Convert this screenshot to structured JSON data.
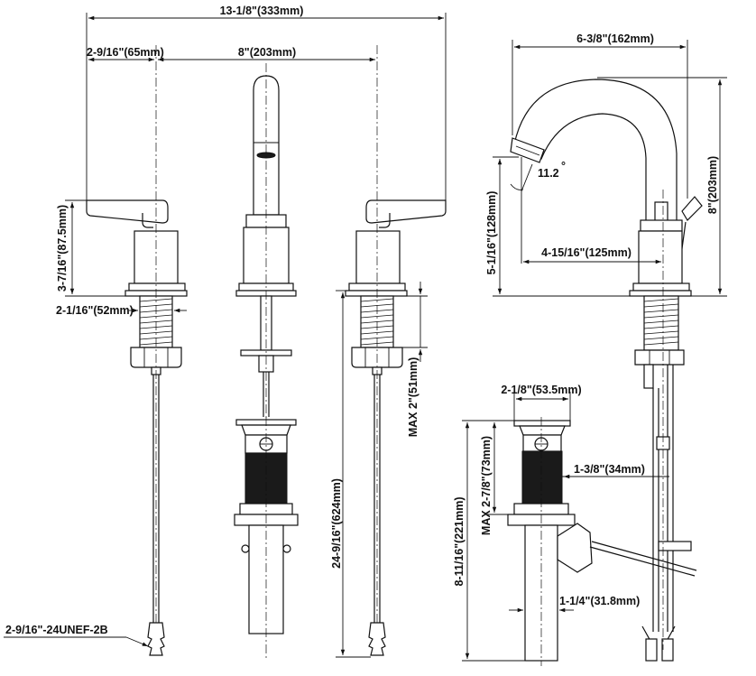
{
  "dimensions": {
    "overall_width": "13-1/8\"(333mm)",
    "handle_offset": "2-9/16\"(65mm)",
    "spread": "8\"(203mm)",
    "handle_height": "3-7/16\"(87.5mm)",
    "shank_diameter": "2-1/16\"(52mm)",
    "supply_length": "24-9/16\"(624mm)",
    "max_deck": "MAX 2\"(51mm)",
    "thread_spec": "2-9/16\"-24UNEF-2B",
    "spout_reach": "6-3/8\"(162mm)",
    "spout_angle": "11.2",
    "spout_height": "5-1/16\"(128mm)",
    "spout_total_height": "8\"(203mm)",
    "spout_center": "4-15/16\"(125mm)",
    "drain_flange": "2-1/8\"(53.5mm)",
    "drain_body": "1-3/8\"(34mm)",
    "drain_max": "MAX 2-7/8\"(73mm)",
    "drain_length": "8-11/16\"(221mm)",
    "tailpiece": "1-1/4\"(31.8mm)"
  }
}
